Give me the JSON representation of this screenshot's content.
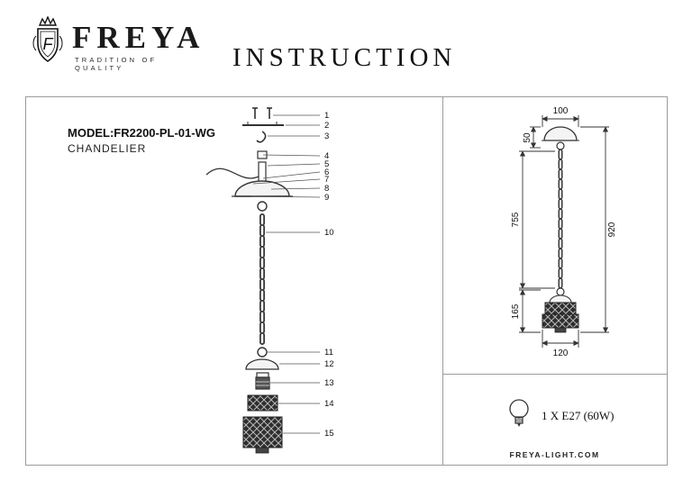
{
  "header": {
    "brand": "FREYA",
    "tagline": "TRADITION OF QUALITY",
    "title": "INSTRUCTION",
    "logo_letter": "F"
  },
  "model": {
    "label": "MODEL:",
    "value": "FR2200-PL-01-WG",
    "type": "CHANDELIER"
  },
  "exploded": {
    "callouts": [
      "1",
      "2",
      "3",
      "4",
      "5",
      "6",
      "7",
      "8",
      "9",
      "10",
      "11",
      "12",
      "13",
      "14",
      "15"
    ]
  },
  "dimensions": {
    "top_width": "100",
    "canopy_height": "50",
    "chain_length": "755",
    "total_height": "920",
    "shade_height": "165",
    "shade_width": "120"
  },
  "spec": {
    "bulb": "1 X E27 (60W)",
    "website": "FREYA-LIGHT.COM"
  },
  "colors": {
    "ink": "#1a1a1a",
    "line": "#9b9b9b",
    "shade_fill": "#2e2e2e"
  }
}
